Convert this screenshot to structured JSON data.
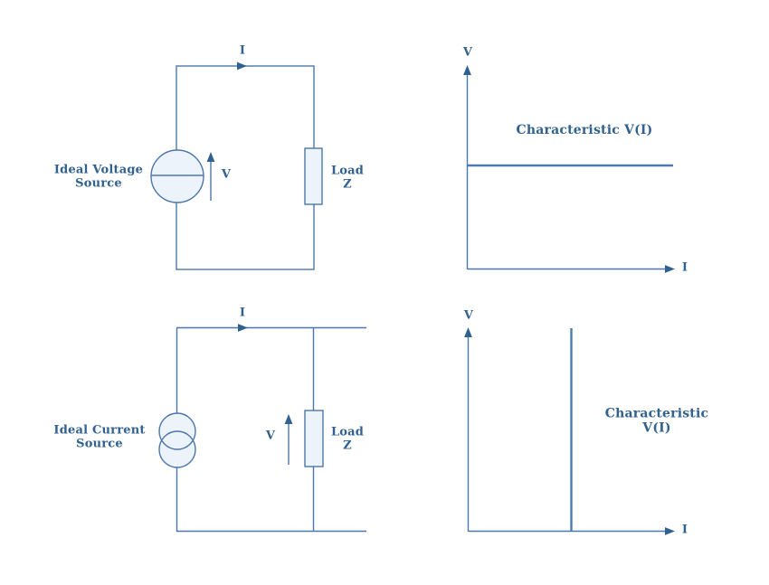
{
  "colors": {
    "background": "#ffffff",
    "wire_stroke": "#4d77ab",
    "shape_fill": "#edf3fb",
    "text": "#31618f",
    "characteristic_line": "#4d7bb0"
  },
  "top_left_circuit": {
    "description": "Ideal voltage source driving a load Z",
    "source_label": "Ideal Voltage\nSource",
    "current_label": "I",
    "voltage_label": "V",
    "load_label": "Load\nZ"
  },
  "top_right_graph": {
    "title": "Characteristic V(I)",
    "y_axis_label": "V",
    "x_axis_label": "I",
    "curve": "horizontal line: voltage constant for all currents"
  },
  "bottom_left_circuit": {
    "description": "Ideal current source driving a load Z",
    "source_label": "Ideal Current\nSource",
    "current_label": "I",
    "voltage_label": "V",
    "load_label": "Load\nZ"
  },
  "bottom_right_graph": {
    "title": "Characteristic V(I)",
    "y_axis_label": "V",
    "x_axis_label": "I",
    "curve": "vertical line: current constant for all voltages"
  }
}
